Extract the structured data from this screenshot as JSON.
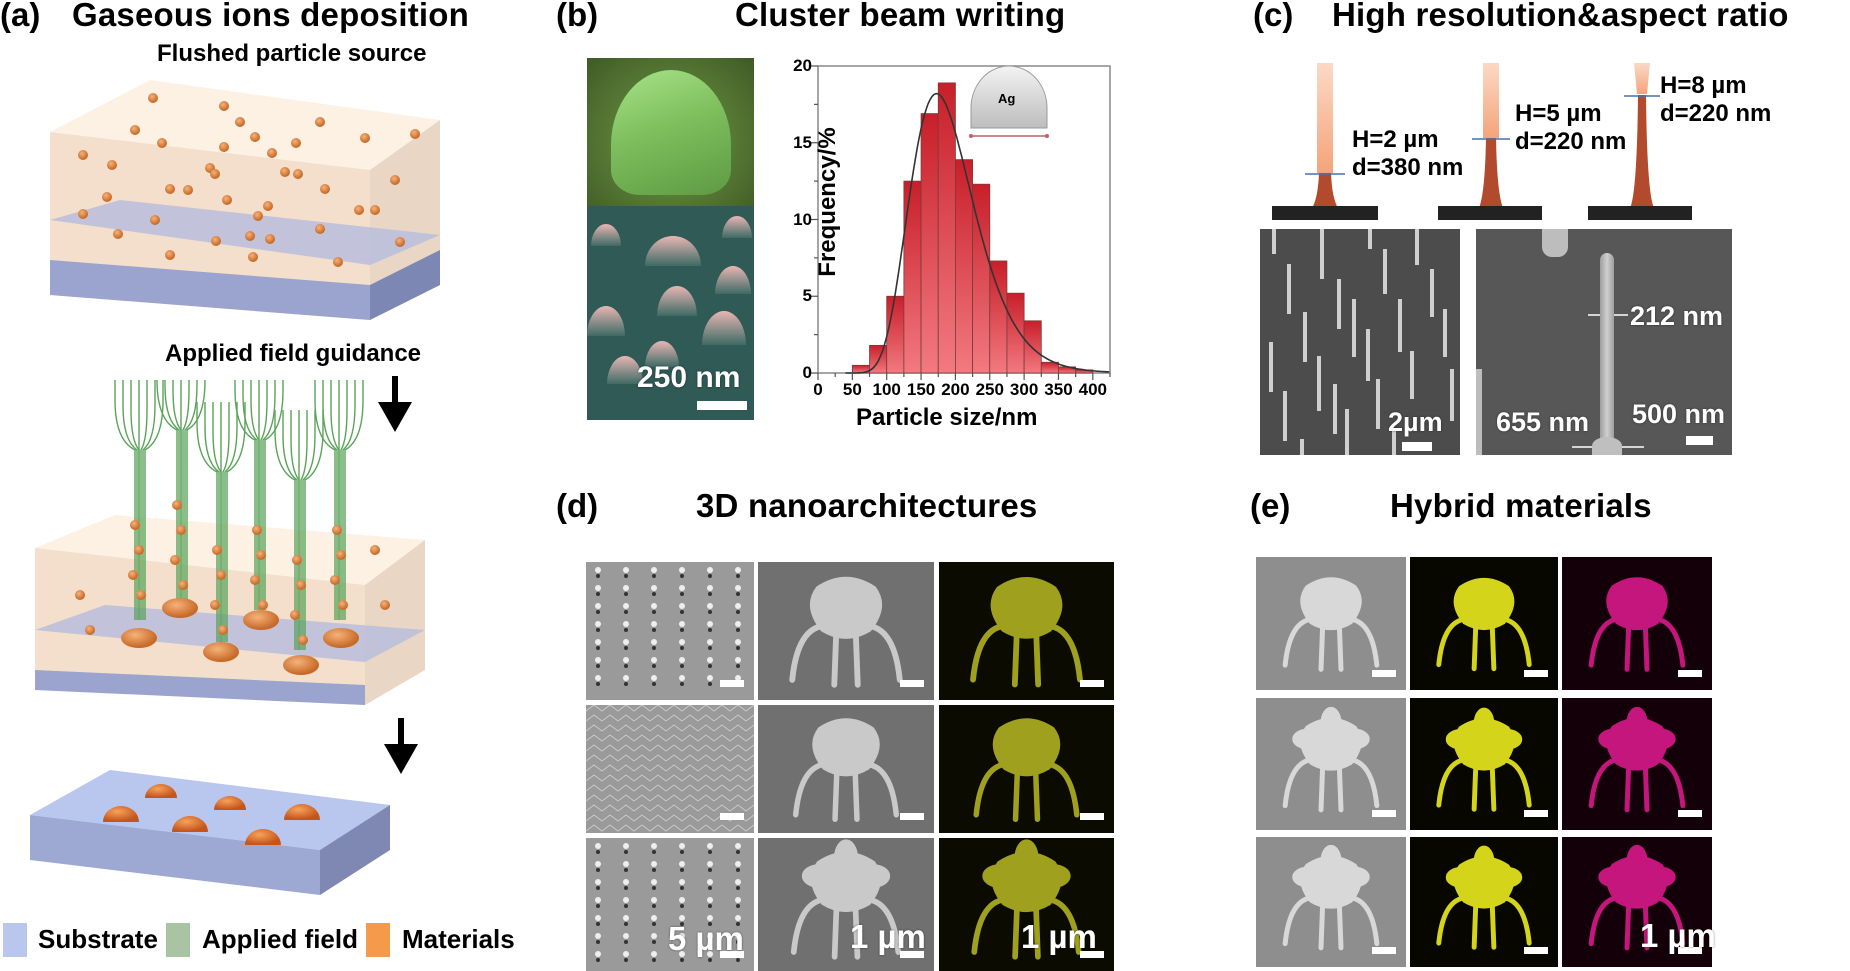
{
  "panels": {
    "a": {
      "label": "(a)",
      "title": "Gaseous ions deposition",
      "step1_label": "Flushed particle source",
      "step2_label": "Applied field guidance",
      "arrow_icon": "down-arrow-icon",
      "legend": [
        {
          "label": "Substrate",
          "color": "#b9c6ee"
        },
        {
          "label": "Applied field",
          "color": "#a9c4a2"
        },
        {
          "label": "Materials",
          "color": "#f59a4a"
        }
      ]
    },
    "b": {
      "label": "(b)",
      "title": "Cluster beam writing",
      "sem_scale": "250 nm",
      "inset_label": "Ag"
    },
    "c": {
      "label": "(c)",
      "title": "High resolution&aspect ratio",
      "pillars": [
        {
          "h": "H=2 µm",
          "d": "d=380 nm"
        },
        {
          "h": "H=5 µm",
          "d": "d=220 nm"
        },
        {
          "h": "H=8 µm",
          "d": "d=220 nm"
        }
      ],
      "sem_left_scale": "2µm",
      "sem_right_top": "212 nm",
      "sem_right_bottom_left": "655 nm",
      "sem_right_scale": "500 nm"
    },
    "d": {
      "label": "(d)",
      "title": "3D nanoarchitectures",
      "scale_col1": "5 µm",
      "scale_col2": "1 µm",
      "scale_col3": "1 µm"
    },
    "e": {
      "label": "(e)",
      "title": "Hybrid materials",
      "scale": "1 µm"
    }
  },
  "chart_data": {
    "type": "bar",
    "title": "Cluster beam writing",
    "xlabel": "Particle size/nm",
    "ylabel": "Frequency/%",
    "xlim": [
      0,
      425
    ],
    "ylim": [
      0,
      20
    ],
    "xticks": [
      "0",
      "50",
      "100",
      "150",
      "200",
      "250",
      "300",
      "350",
      "400"
    ],
    "yticks": [
      "0",
      "5",
      "10",
      "15",
      "20"
    ],
    "bin_width": 25,
    "categories": [
      "62.5",
      "87.5",
      "112.5",
      "137.5",
      "162.5",
      "187.5",
      "212.5",
      "237.5",
      "262.5",
      "287.5",
      "312.5",
      "337.5",
      "362.5",
      "387.5"
    ],
    "values": [
      0.5,
      1.8,
      5.0,
      12.5,
      16.9,
      18.9,
      13.9,
      12.3,
      7.3,
      5.2,
      3.4,
      0.7,
      0.4,
      0.2
    ],
    "fit": "log-normal curve (black line) peaking near 175 nm at ~18.2%",
    "bar_color": "#e0424a",
    "grid": false,
    "legend": null
  }
}
